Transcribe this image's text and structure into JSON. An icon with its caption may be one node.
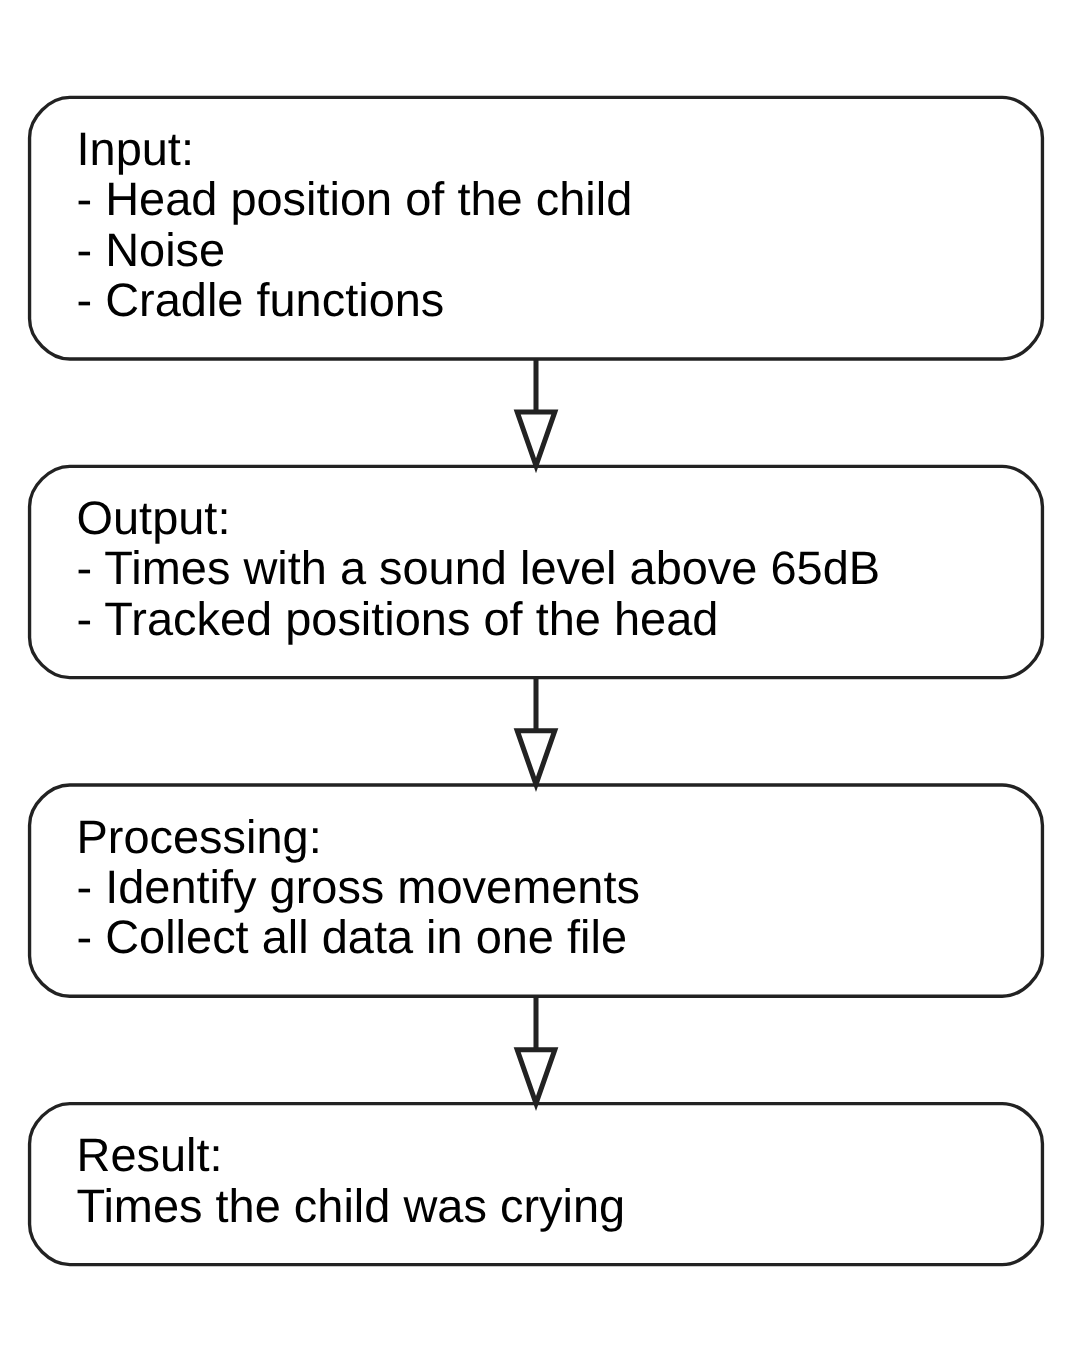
{
  "diagram": {
    "nodes": [
      {
        "text": [
          "Input:",
          "- Head position of the child",
          "- Noise",
          "- Cradle functions"
        ]
      },
      {
        "text": [
          "Output:",
          "- Times with a sound level above 65dB",
          "- Tracked positions of the head"
        ]
      },
      {
        "text": [
          "Processing:",
          "- Identify gross movements",
          "- Collect all data in one file"
        ]
      },
      {
        "text": [
          "Result:",
          "Times the child was crying"
        ]
      }
    ],
    "edges": [
      {
        "from": 0,
        "to": 1,
        "arrow": "to"
      },
      {
        "from": 1,
        "to": 2,
        "arrow": "to"
      },
      {
        "from": 2,
        "to": 3,
        "arrow": "to"
      }
    ]
  }
}
